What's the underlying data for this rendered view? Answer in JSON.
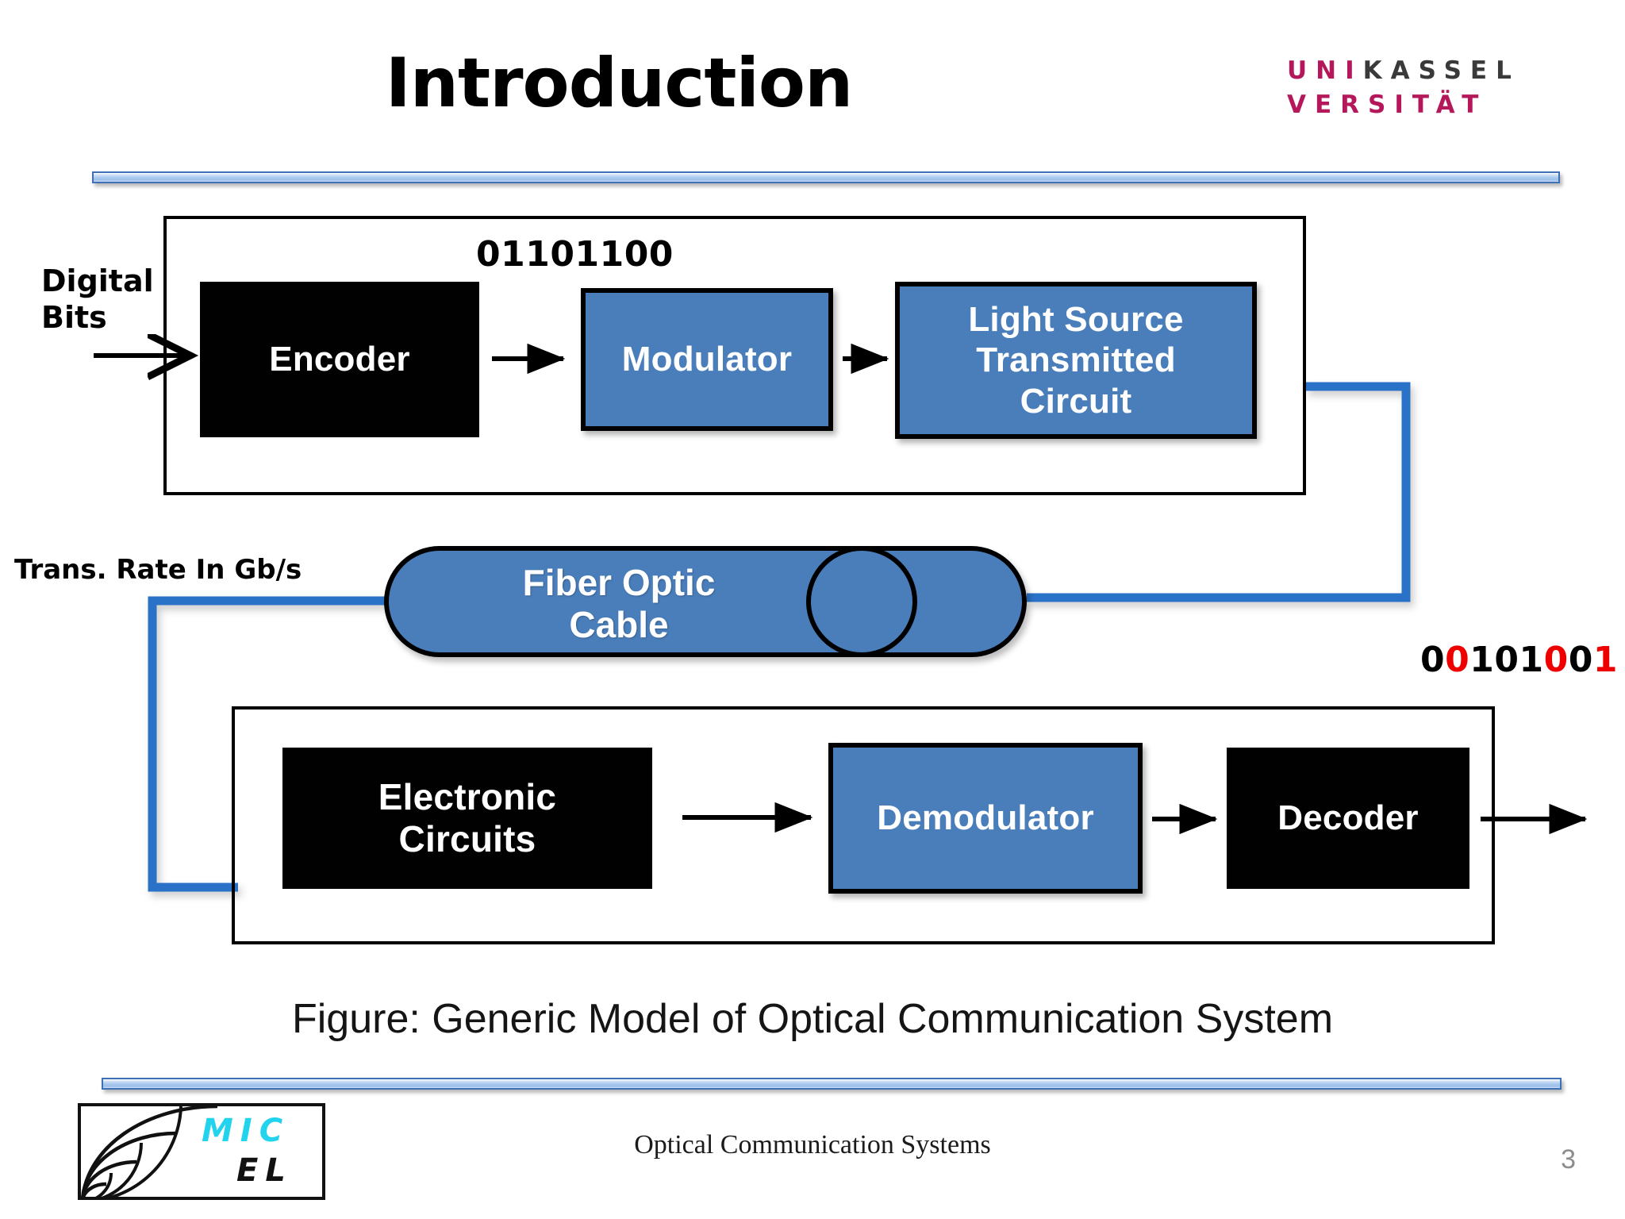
{
  "slide": {
    "title": "Introduction",
    "page_number": "3",
    "footer": "Optical Communication Systems",
    "figure_caption": "Figure: Generic Model of Optical Communication System"
  },
  "university_logo": {
    "line1_accent": "UNI",
    "line1_rest": "KASSEL",
    "line2": "VERSITÄT",
    "accent_color": "#b4175a",
    "dark_color": "#3a3a3a"
  },
  "department_logo": {
    "mic": "MIC",
    "el": "EL",
    "mic_color": "#22d3ee",
    "el_color": "#111111"
  },
  "diagram": {
    "title": "Generic Model of Optical Communication System",
    "accent_blue": "#4a7ebb",
    "wire_blue": "#2a72c8",
    "annotations": {
      "digital_bits": "Digital Bits",
      "input_bitstream": "01101100",
      "trans_rate": "Trans. Rate In Gb/s"
    },
    "output_bitstream": {
      "text": "00101001",
      "digits": [
        {
          "value": "0",
          "color": "black"
        },
        {
          "value": "0",
          "color": "red"
        },
        {
          "value": "1",
          "color": "black"
        },
        {
          "value": "0",
          "color": "black"
        },
        {
          "value": "1",
          "color": "black"
        },
        {
          "value": "0",
          "color": "red"
        },
        {
          "value": "0",
          "color": "black"
        },
        {
          "value": "1",
          "color": "red"
        }
      ]
    },
    "transmitter": {
      "blocks": [
        {
          "label": "Encoder",
          "fill": "black"
        },
        {
          "label": "Modulator",
          "fill": "blue"
        },
        {
          "label": "Light Source\nTransmitted\nCircuit",
          "fill": "blue"
        }
      ]
    },
    "channel": {
      "label_line1": "Fiber Optic",
      "label_line2": "Cable",
      "fill": "blue"
    },
    "receiver": {
      "blocks": [
        {
          "label": "Electronic\nCircuits",
          "fill": "black"
        },
        {
          "label": "Demodulator",
          "fill": "blue"
        },
        {
          "label": "Decoder",
          "fill": "black"
        }
      ]
    }
  }
}
